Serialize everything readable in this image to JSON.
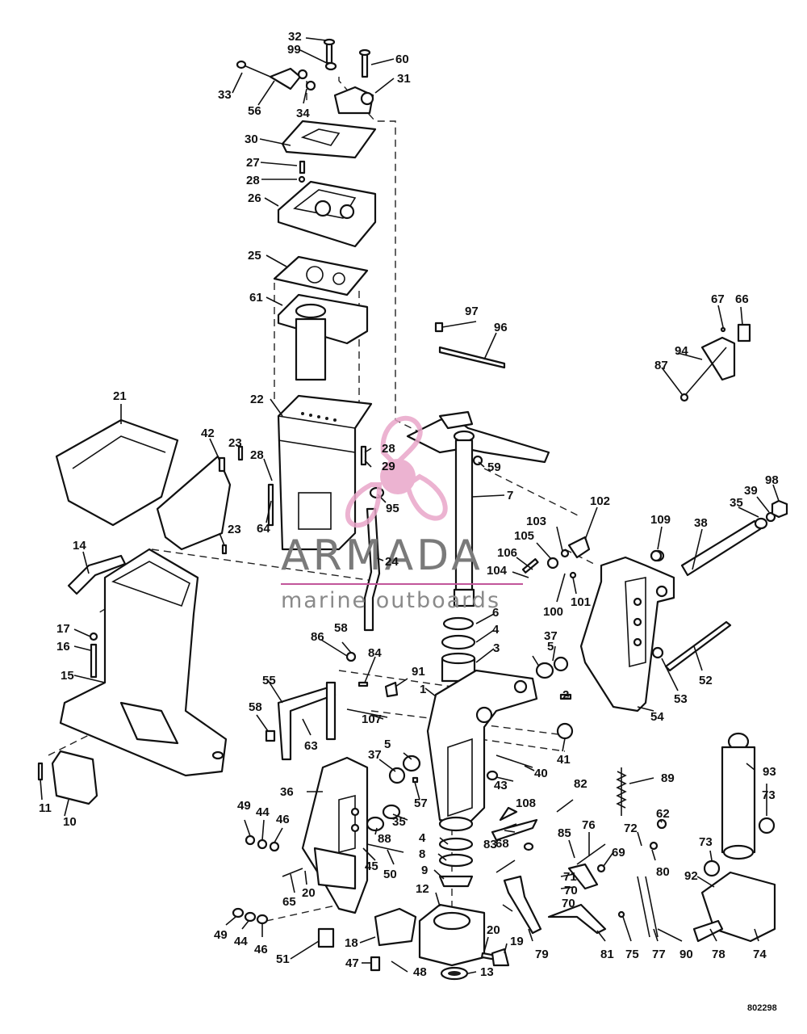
{
  "diagram": {
    "reference_number": "802298",
    "part_labels": [
      "1",
      "2",
      "3",
      "4",
      "4",
      "5",
      "5",
      "6",
      "7",
      "8",
      "9",
      "10",
      "11",
      "12",
      "13",
      "14",
      "15",
      "16",
      "17",
      "18",
      "19",
      "20",
      "20",
      "21",
      "22",
      "23",
      "23",
      "24",
      "25",
      "26",
      "27",
      "28",
      "28",
      "28",
      "29",
      "30",
      "31",
      "32",
      "33",
      "34",
      "35",
      "35",
      "36",
      "37",
      "37",
      "38",
      "39",
      "40",
      "41",
      "42",
      "43",
      "44",
      "44",
      "45",
      "46",
      "46",
      "47",
      "48",
      "49",
      "49",
      "50",
      "51",
      "52",
      "53",
      "54",
      "55",
      "56",
      "57",
      "58",
      "58",
      "59",
      "60",
      "61",
      "62",
      "63",
      "64",
      "65",
      "66",
      "67",
      "68",
      "69",
      "70",
      "70",
      "71",
      "72",
      "73",
      "73",
      "74",
      "75",
      "76",
      "77",
      "78",
      "79",
      "80",
      "81",
      "82",
      "83",
      "84",
      "85",
      "86",
      "87",
      "88",
      "89",
      "90",
      "91",
      "92",
      "93",
      "94",
      "95",
      "96",
      "97",
      "98",
      "99",
      "100",
      "101",
      "102",
      "103",
      "104",
      "105",
      "106",
      "107",
      "108",
      "109"
    ]
  },
  "watermark": {
    "brand_name": "ARMADA",
    "tagline": "marine outboards",
    "logo": "pink-propeller-logo",
    "colors": {
      "pink": "#e9a6c9",
      "pink_dark": "#c2569a",
      "text_gray": "#7a7a7a"
    }
  }
}
